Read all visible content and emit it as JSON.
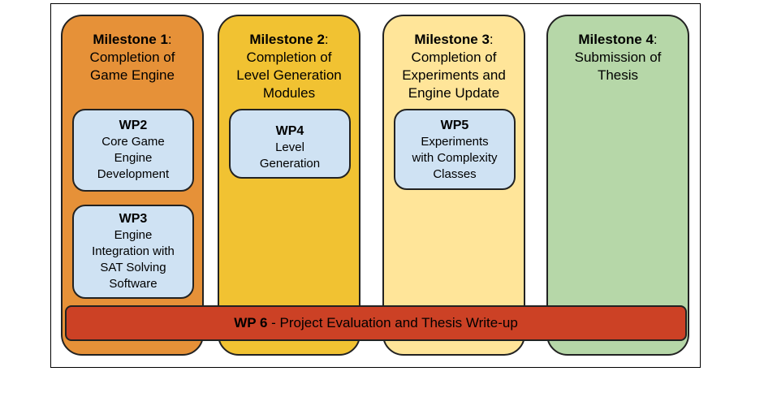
{
  "colors": {
    "m1": "#e69138",
    "m2": "#f1c232",
    "m3": "#ffe599",
    "m4": "#b6d7a8",
    "wp_box": "#cfe2f3",
    "wp6_bar": "#cc4125"
  },
  "milestones": [
    {
      "label": "Milestone 1",
      "colon": ":",
      "lines": [
        "Completion of",
        "Game Engine"
      ]
    },
    {
      "label": "Milestone 2",
      "colon": ":",
      "lines": [
        "Completion of",
        "Level Generation",
        "Modules"
      ]
    },
    {
      "label": "Milestone 3",
      "colon": ":",
      "lines": [
        "Completion of",
        "Experiments and",
        "Engine Update"
      ]
    },
    {
      "label": "Milestone 4",
      "colon": ":",
      "lines": [
        "Submission of",
        "Thesis"
      ]
    }
  ],
  "work_packages": {
    "wp2": {
      "id": "WP2",
      "lines": [
        "Core Game",
        "Engine",
        "Development"
      ]
    },
    "wp3": {
      "id": "WP3",
      "lines": [
        "Engine",
        "Integration with",
        "SAT Solving",
        "Software"
      ]
    },
    "wp4": {
      "id": "WP4",
      "lines": [
        "Level",
        "Generation"
      ]
    },
    "wp5": {
      "id": "WP5",
      "lines": [
        "Experiments",
        "with Complexity",
        "Classes"
      ]
    }
  },
  "wp6": {
    "id": "WP 6",
    "text": " - Project Evaluation and Thesis Write-up"
  }
}
